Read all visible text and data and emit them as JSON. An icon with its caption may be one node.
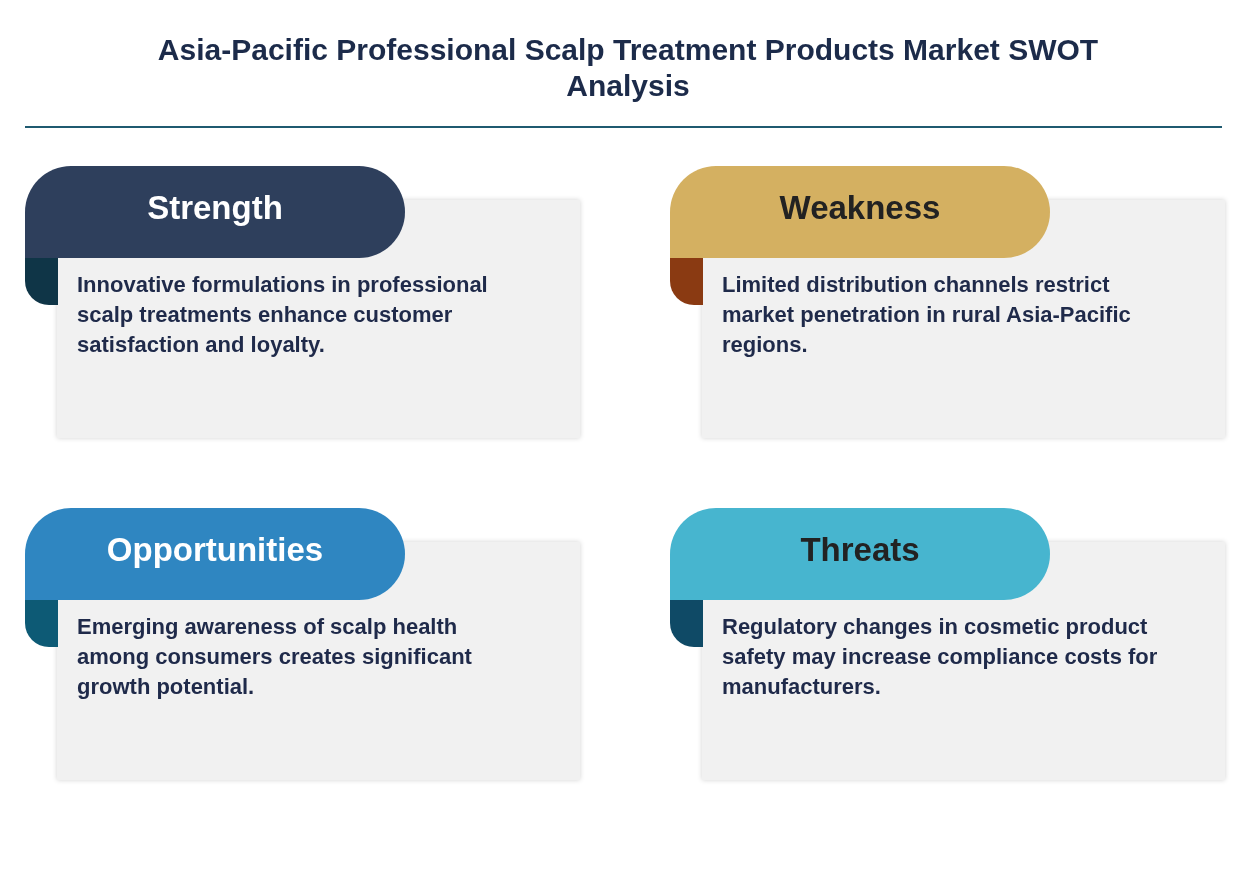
{
  "diagram": {
    "title": "Asia-Pacific Professional Scalp Treatment Products Market SWOT Analysis",
    "nodes": [
      {
        "text": [
          "Strength",
          "Innovative formulations in professional scalp treatments enhance customer satisfaction and loyalty."
        ]
      },
      {
        "text": [
          "Weakness",
          "Limited distribution channels restrict market penetration in rural Asia-Pacific regions."
        ]
      },
      {
        "text": [
          "Opportunities",
          "Emerging awareness of scalp health among consumers creates significant growth potential."
        ]
      },
      {
        "text": [
          "Threats",
          "Regulatory changes in cosmetic product safety may increase compliance costs for manufacturers."
        ]
      }
    ]
  }
}
